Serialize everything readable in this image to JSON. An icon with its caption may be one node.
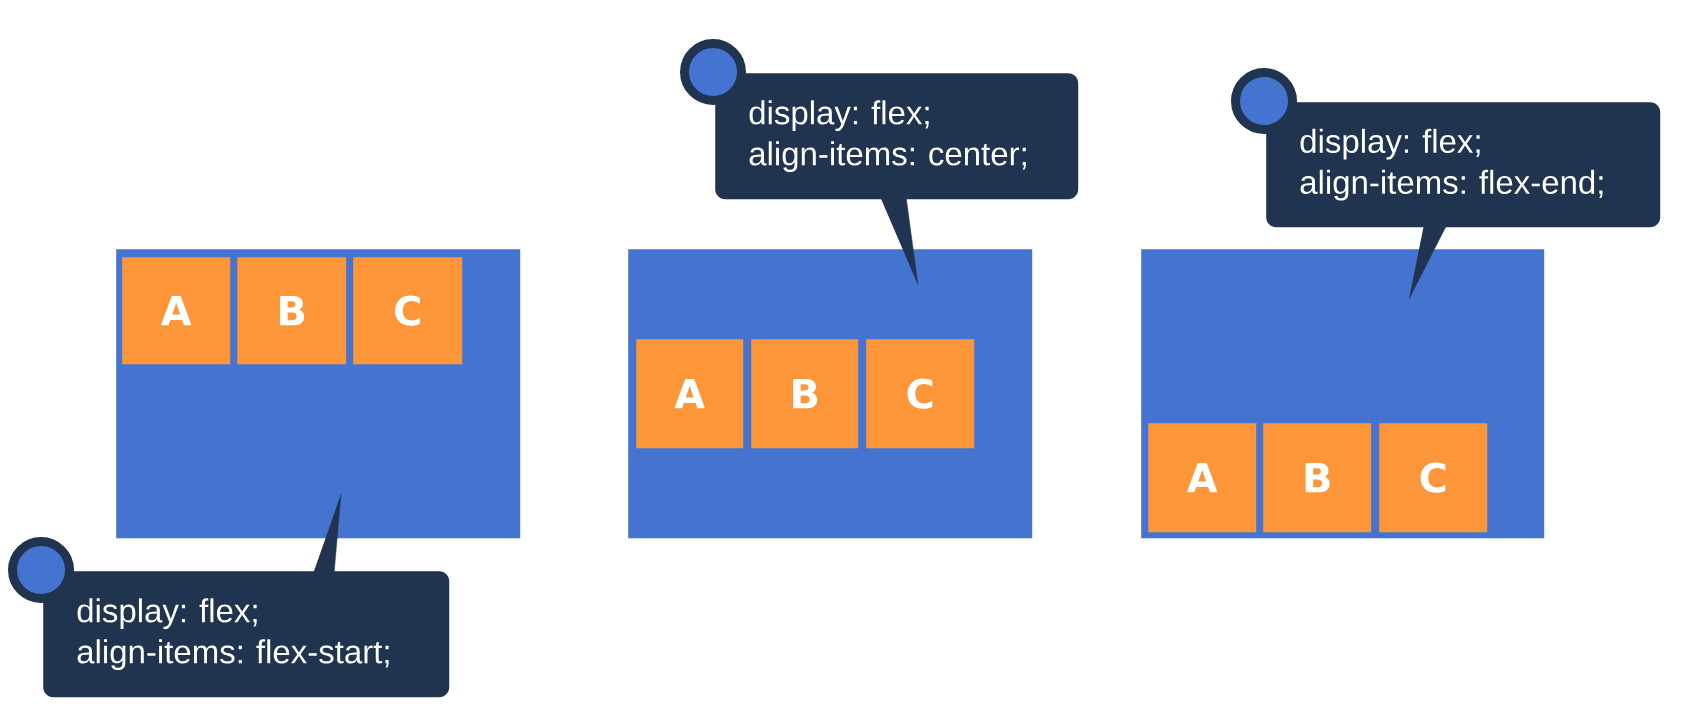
{
  "diagram": {
    "nodes": [
      {
        "text": [],
        "shape": "box"
      },
      {
        "text": [
          "A"
        ],
        "in": 0
      },
      {
        "text": [
          "B"
        ],
        "in": 0
      },
      {
        "text": [
          "C"
        ],
        "in": 0
      },
      {
        "text": [
          "display: flex;",
          "align-items: flex-start;"
        ]
      },
      {
        "text": [],
        "shape": "box"
      },
      {
        "text": [
          "A"
        ],
        "in": 5
      },
      {
        "text": [
          "B"
        ],
        "in": 5
      },
      {
        "text": [
          "C"
        ],
        "in": 5
      },
      {
        "text": [
          "display: flex;",
          "align-items: center;"
        ]
      },
      {
        "text": [],
        "shape": "box"
      },
      {
        "text": [
          "A"
        ],
        "in": 10
      },
      {
        "text": [
          "B"
        ],
        "in": 10
      },
      {
        "text": [
          "C"
        ],
        "in": 10
      },
      {
        "text": [
          "display: flex;",
          "align-items: flex-end;"
        ]
      }
    ],
    "edges": [
      {
        "from": 4,
        "to": 0,
        "arrow": "none"
      },
      {
        "from": 9,
        "to": 5,
        "arrow": "none"
      },
      {
        "from": 14,
        "to": 10,
        "arrow": "none"
      }
    ]
  }
}
